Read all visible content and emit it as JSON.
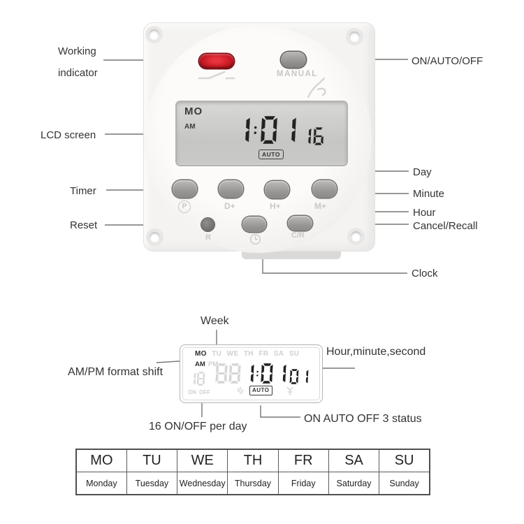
{
  "callouts": {
    "working_indicator": "Working indicator",
    "on_auto_off": "ON/AUTO/OFF",
    "lcd_screen": "LCD screen",
    "day": "Day",
    "timer": "Timer",
    "minute": "Minute",
    "hour": "Hour",
    "reset": "Reset",
    "cancel_recall": "Cancel/Recall",
    "clock": "Clock",
    "week": "Week",
    "am_pm_shift": "AM/PM format shift",
    "hour_minute_second": "Hour,minute,second",
    "on_off_per_day": "16 ON/OFF per day",
    "on_auto_off_status": "ON AUTO OFF 3 status"
  },
  "device": {
    "manual_label": "MANUAL",
    "lcd": {
      "day": "MO",
      "ampm": "AM",
      "time": "1:01",
      "seconds": "16",
      "mode": "AUTO"
    },
    "buttons": {
      "program": "P",
      "day": "D+",
      "hour": "H+",
      "minute": "M+",
      "reset": "R",
      "cancel_recall": "C/R"
    }
  },
  "lcd_diagram": {
    "days": [
      "MO",
      "TU",
      "WE",
      "TH",
      "FR",
      "SA",
      "SU"
    ],
    "active_day": "MO",
    "am": "AM",
    "pm": "PM",
    "count_digits": "18",
    "ghost_digits": "88",
    "time": "1:01",
    "seconds": "01",
    "on_label": "ON",
    "off_label": "OFF",
    "mode": "AUTO"
  },
  "week_table": {
    "headers": [
      "MO",
      "TU",
      "WE",
      "TH",
      "FR",
      "SA",
      "SU"
    ],
    "day_names": [
      "Monday",
      "Tuesday",
      "Wednesday",
      "Thursday",
      "Friday",
      "Saturday",
      "Sunday"
    ]
  },
  "colors": {
    "indicator_red": "#c81a24",
    "segment_dark": "#222222",
    "segment_ghost": "#d6d6d6"
  }
}
